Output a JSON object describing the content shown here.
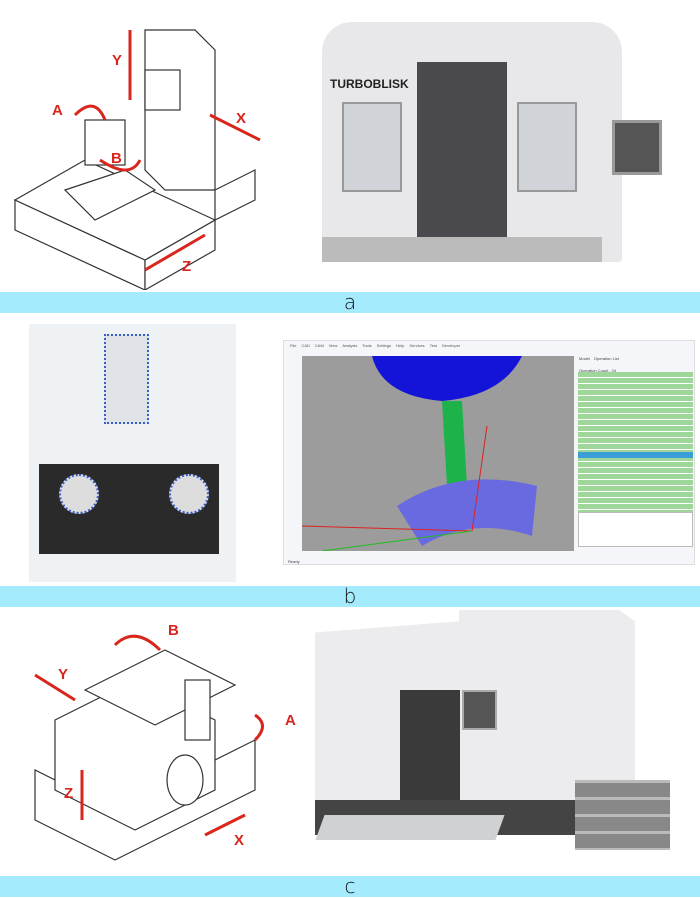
{
  "panels": [
    {
      "label": "a",
      "axes": [
        "Y",
        "X",
        "A",
        "B",
        "Z"
      ],
      "machine_brand": "TURBOBLISK"
    },
    {
      "label": "b",
      "software": {
        "menu": [
          "File",
          "CAD",
          "CAM",
          "View",
          "Analysis",
          "Tools",
          "Settings",
          "Help",
          "Services",
          "Test",
          "Developer"
        ],
        "tabs": [
          "Model",
          "Operation List"
        ],
        "operation_count": "Operation Count : 24",
        "status": "Ready"
      }
    },
    {
      "label": "c",
      "axes": [
        "B",
        "Y",
        "A",
        "Z",
        "X"
      ]
    }
  ],
  "colors": {
    "strip": "#a3ebfd",
    "axis": "#d9261c"
  }
}
